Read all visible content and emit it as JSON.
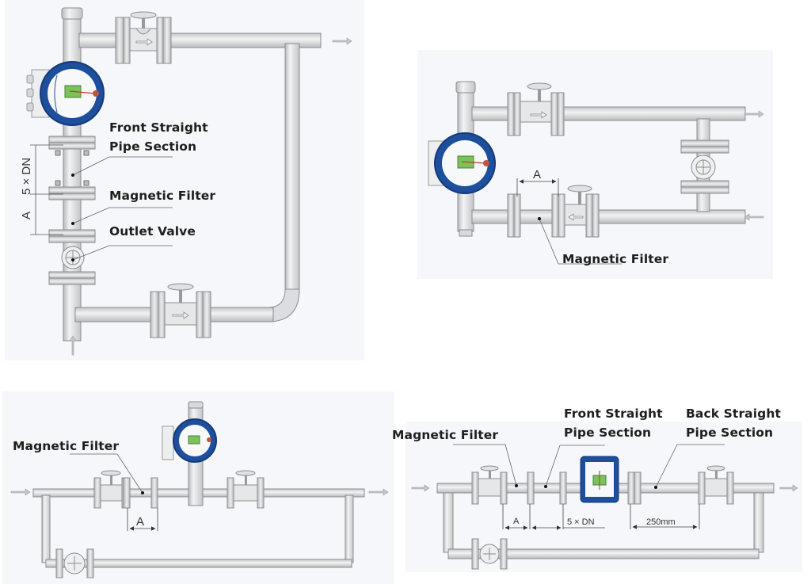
{
  "colors": {
    "pipe_fill": "#e4e5e7",
    "pipe_stroke": "#8a8c90",
    "flange_fill": "#d9dadc",
    "meter_ring": "#1d4f9c",
    "meter_lcd": "#7ac35a",
    "label_text": "#1e1e1e",
    "panel_bg": "#f6f7fa"
  },
  "panels": [
    {
      "id": "vertical-installation",
      "labels": {
        "front_straight_l1": "Front Straight",
        "front_straight_l2": "Pipe Section",
        "magnetic_filter": "Magnetic Filter",
        "outlet_valve": "Outlet Valve"
      },
      "dimensions": {
        "five_dn": "5 × DN",
        "a": "A"
      },
      "flow_arrows": [
        "in-bottom",
        "out-right"
      ]
    },
    {
      "id": "horizontal-bypass-loop",
      "labels": {
        "magnetic_filter": "Magnetic Filter"
      },
      "dimensions": {
        "a": "A"
      },
      "flow_arrows": [
        "out-top-right",
        "in-bottom-right"
      ]
    },
    {
      "id": "horizontal-with-bypass",
      "labels": {
        "magnetic_filter": "Magnetic Filter"
      },
      "dimensions": {
        "a": "A"
      },
      "flow_arrows": [
        "in-left",
        "out-right"
      ]
    },
    {
      "id": "horizontal-inline-meter",
      "labels": {
        "magnetic_filter": "Magnetic Filter",
        "front_straight_l1": "Front Straight",
        "front_straight_l2": "Pipe Section",
        "back_straight_l1": "Back Straight",
        "back_straight_l2": "Pipe Section"
      },
      "dimensions": {
        "a": "A",
        "five_dn": "5 × DN",
        "back_len": "250mm"
      },
      "flow_arrows": [
        "in-left",
        "out-right"
      ]
    }
  ]
}
